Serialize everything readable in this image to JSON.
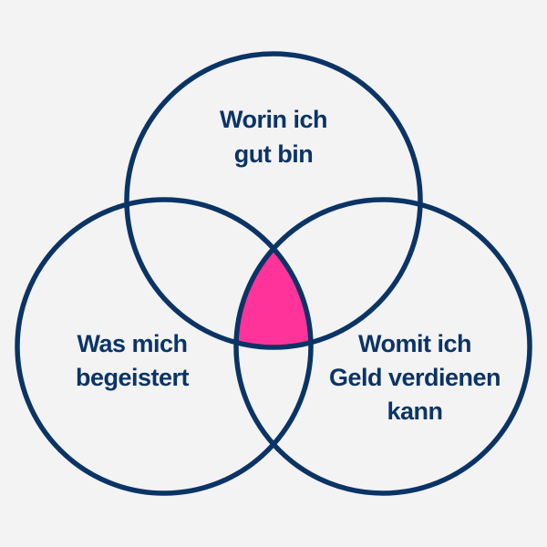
{
  "colors": {
    "background": "#f3f3f3",
    "outline": "#0b3466",
    "intersection": "#ff3399"
  },
  "circles": [
    {
      "id": "top",
      "lines": [
        "Worin ich",
        "gut bin"
      ]
    },
    {
      "id": "left",
      "lines": [
        "Was mich",
        "begeistert"
      ]
    },
    {
      "id": "right",
      "lines": [
        "Womit ich",
        "Geld verdienen",
        "kann"
      ]
    }
  ]
}
